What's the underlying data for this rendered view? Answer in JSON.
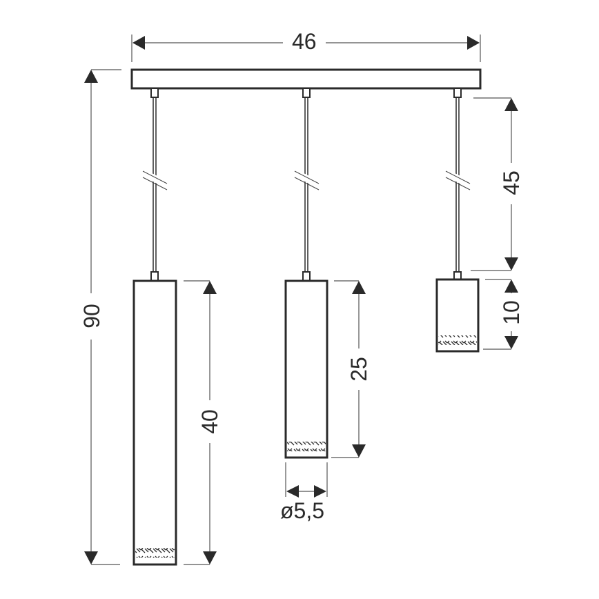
{
  "diagram": {
    "title": "Triple pendant lamp dimension drawing",
    "units": "cm",
    "colors": {
      "line": "#2a2a2a",
      "dim_line": "#555555",
      "background": "#ffffff"
    },
    "dimensions": {
      "canopy_width": "46",
      "total_height": "90",
      "cable_length": "45",
      "long_shade_height": "40",
      "medium_shade_height": "25",
      "short_shade_height": "10",
      "shade_diameter": "ø5,5"
    },
    "components": [
      {
        "name": "canopy",
        "type": "rectangular ceiling bar"
      },
      {
        "name": "pendant-left",
        "shade_height": "40"
      },
      {
        "name": "pendant-middle",
        "shade_height": "25"
      },
      {
        "name": "pendant-right",
        "shade_height": "10"
      }
    ]
  }
}
